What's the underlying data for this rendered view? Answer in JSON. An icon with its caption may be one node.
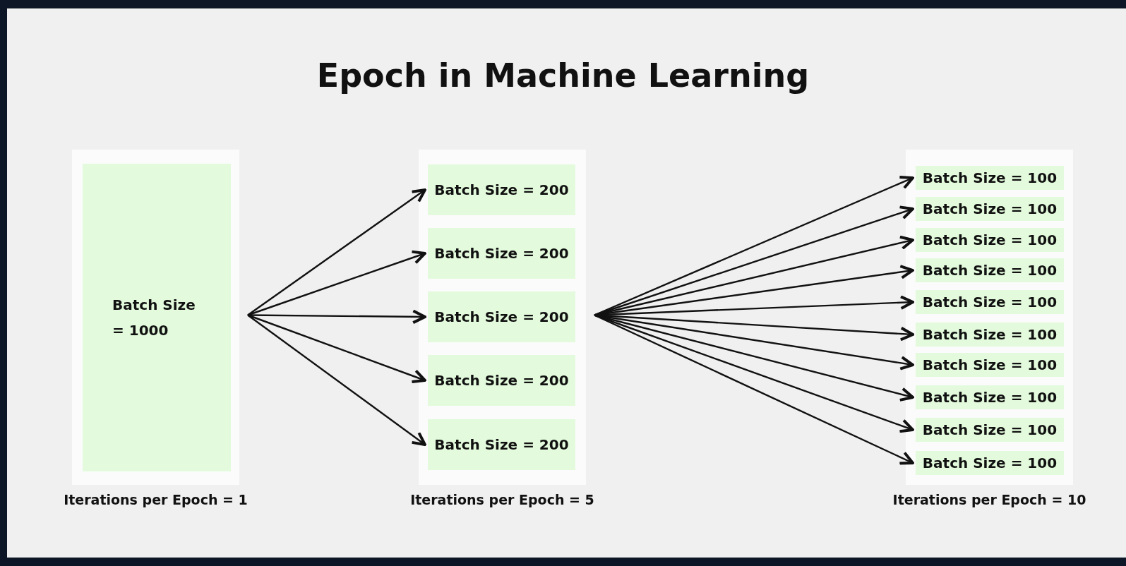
{
  "diagram": {
    "title": "Epoch in Machine Learning",
    "nodes": [
      {
        "text": [],
        "shape": "box",
        "beside": [
          "Iterations per Epoch = 1"
        ]
      },
      {
        "text": [
          "Batch Size = 1000"
        ],
        "in": 0
      },
      {
        "text": [],
        "shape": "box",
        "beside": [
          "Iterations per Epoch = 5"
        ]
      },
      {
        "text": [
          "Batch Size = 200"
        ],
        "in": 2
      },
      {
        "text": [
          "Batch Size = 200"
        ],
        "in": 2
      },
      {
        "text": [
          "Batch Size = 200"
        ],
        "in": 2
      },
      {
        "text": [
          "Batch Size = 200"
        ],
        "in": 2
      },
      {
        "text": [
          "Batch Size = 200"
        ],
        "in": 2
      },
      {
        "text": [],
        "shape": "box",
        "beside": [
          "Iterations per Epoch = 10"
        ]
      },
      {
        "text": [
          "Batch Size = 100"
        ],
        "in": 8
      },
      {
        "text": [
          "Batch Size = 100"
        ],
        "in": 8
      },
      {
        "text": [
          "Batch Size = 100"
        ],
        "in": 8
      },
      {
        "text": [
          "Batch Size = 100"
        ],
        "in": 8
      },
      {
        "text": [
          "Batch Size = 100"
        ],
        "in": 8
      },
      {
        "text": [
          "Batch Size = 100"
        ],
        "in": 8
      },
      {
        "text": [
          "Batch Size = 100"
        ],
        "in": 8
      },
      {
        "text": [
          "Batch Size = 100"
        ],
        "in": 8
      },
      {
        "text": [
          "Batch Size = 100"
        ],
        "in": 8
      },
      {
        "text": [
          "Batch Size = 100"
        ],
        "in": 8
      }
    ],
    "edges": [
      {
        "from": 0,
        "to": 3,
        "arrow": "to"
      },
      {
        "from": 0,
        "to": 4,
        "arrow": "to"
      },
      {
        "from": 0,
        "to": 5,
        "arrow": "to"
      },
      {
        "from": 0,
        "to": 6,
        "arrow": "to"
      },
      {
        "from": 0,
        "to": 7,
        "arrow": "to"
      },
      {
        "from": 2,
        "to": 9,
        "arrow": "to"
      },
      {
        "from": 2,
        "to": 10,
        "arrow": "to"
      },
      {
        "from": 2,
        "to": 11,
        "arrow": "to"
      },
      {
        "from": 2,
        "to": 12,
        "arrow": "to"
      },
      {
        "from": 2,
        "to": 13,
        "arrow": "to"
      },
      {
        "from": 2,
        "to": 14,
        "arrow": "to"
      },
      {
        "from": 2,
        "to": 15,
        "arrow": "to"
      },
      {
        "from": 2,
        "to": 16,
        "arrow": "to"
      },
      {
        "from": 2,
        "to": 17,
        "arrow": "to"
      },
      {
        "from": 2,
        "to": 18,
        "arrow": "to"
      }
    ]
  }
}
